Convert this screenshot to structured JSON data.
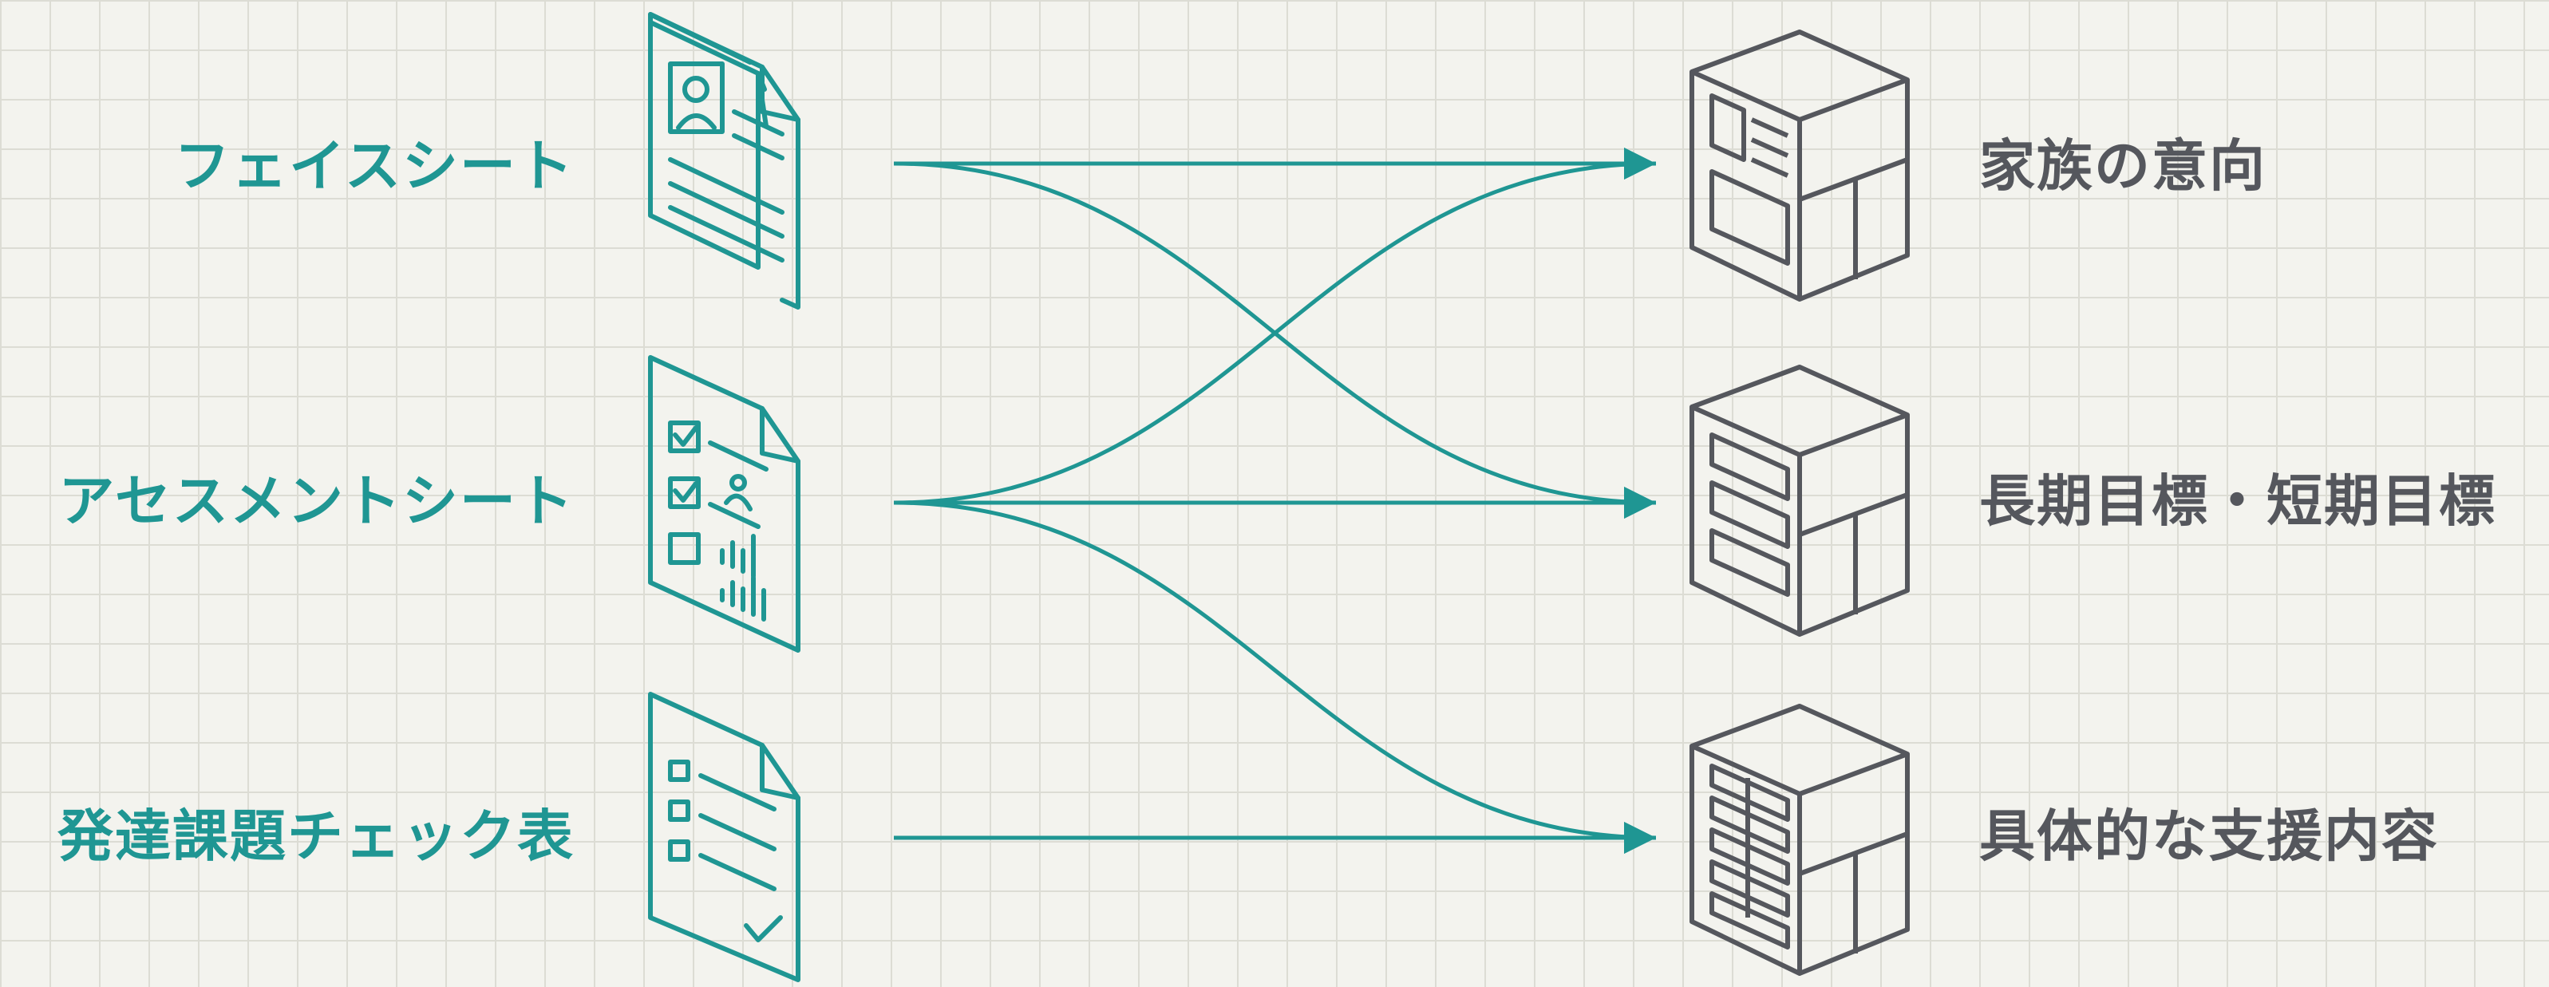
{
  "colors": {
    "teal": "#1f9693",
    "slate": "#55575d",
    "background": "#f3f3ee",
    "grid": "#dcdcd4"
  },
  "sources": [
    {
      "label": "フェイスシート",
      "icon": "profile-document-icon"
    },
    {
      "label": "アセスメントシート",
      "icon": "checklist-chart-document-icon"
    },
    {
      "label": "発達課題チェック表",
      "icon": "checklist-document-icon"
    }
  ],
  "outputs": [
    {
      "label": "家族の意向",
      "icon": "cabinet-icon"
    },
    {
      "label": "長期目標・短期目標",
      "icon": "cabinet-icon"
    },
    {
      "label": "具体的な支援内容",
      "icon": "cabinet-icon"
    }
  ],
  "connections": [
    {
      "from": 0,
      "to": 0
    },
    {
      "from": 0,
      "to": 1
    },
    {
      "from": 1,
      "to": 0
    },
    {
      "from": 1,
      "to": 1
    },
    {
      "from": 1,
      "to": 2
    },
    {
      "from": 2,
      "to": 2
    }
  ]
}
